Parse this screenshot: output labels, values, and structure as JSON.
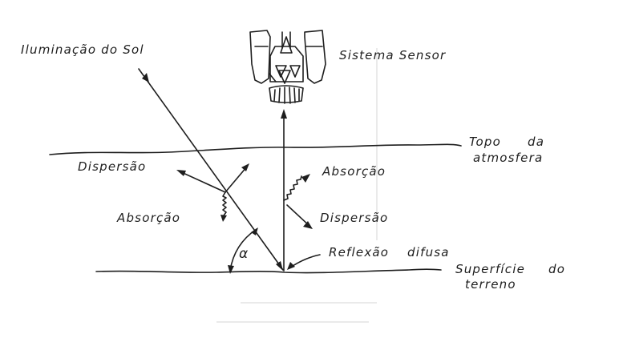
{
  "labels": {
    "sun_illumination": "Iluminação do Sol",
    "sensor_system": "Sistema Sensor",
    "top_atmosphere_line1": "Topo",
    "top_atmosphere_da": "da",
    "top_atmosphere_line2": "atmosfera",
    "scatter_left": "Dispersão",
    "absorption_right": "Absorção",
    "absorption_left": "Absorção",
    "scatter_right": "Dispersão",
    "diffuse_reflection_1": "Reflexão",
    "diffuse_reflection_2": "difusa",
    "terrain_surface_line1": "Superfície",
    "terrain_surface_do": "do",
    "terrain_surface_line2": "terreno",
    "angle_symbol": "α"
  },
  "colors": {
    "ink": "#1e1e1e",
    "paper": "#ffffff"
  }
}
